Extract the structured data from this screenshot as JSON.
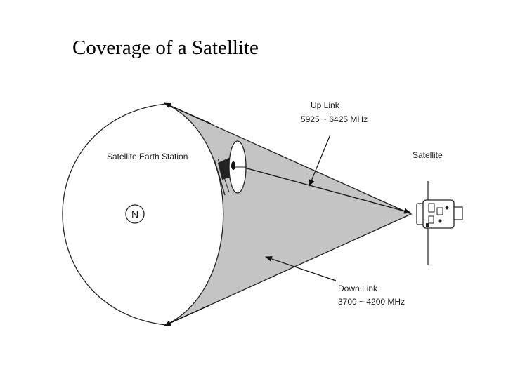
{
  "title": "Coverage of a Satellite",
  "labels": {
    "uplink_title": "Up Link",
    "uplink_freq": "5925 ~ 6425 MHz",
    "satellite": "Satellite",
    "earth_station": "Satellite Earth Station",
    "north": "N",
    "downlink_title": "Down Link",
    "downlink_freq": "3700 ~ 4200 MHz"
  },
  "colors": {
    "coverage_fill": "#c4c4c4",
    "line": "#111111"
  }
}
